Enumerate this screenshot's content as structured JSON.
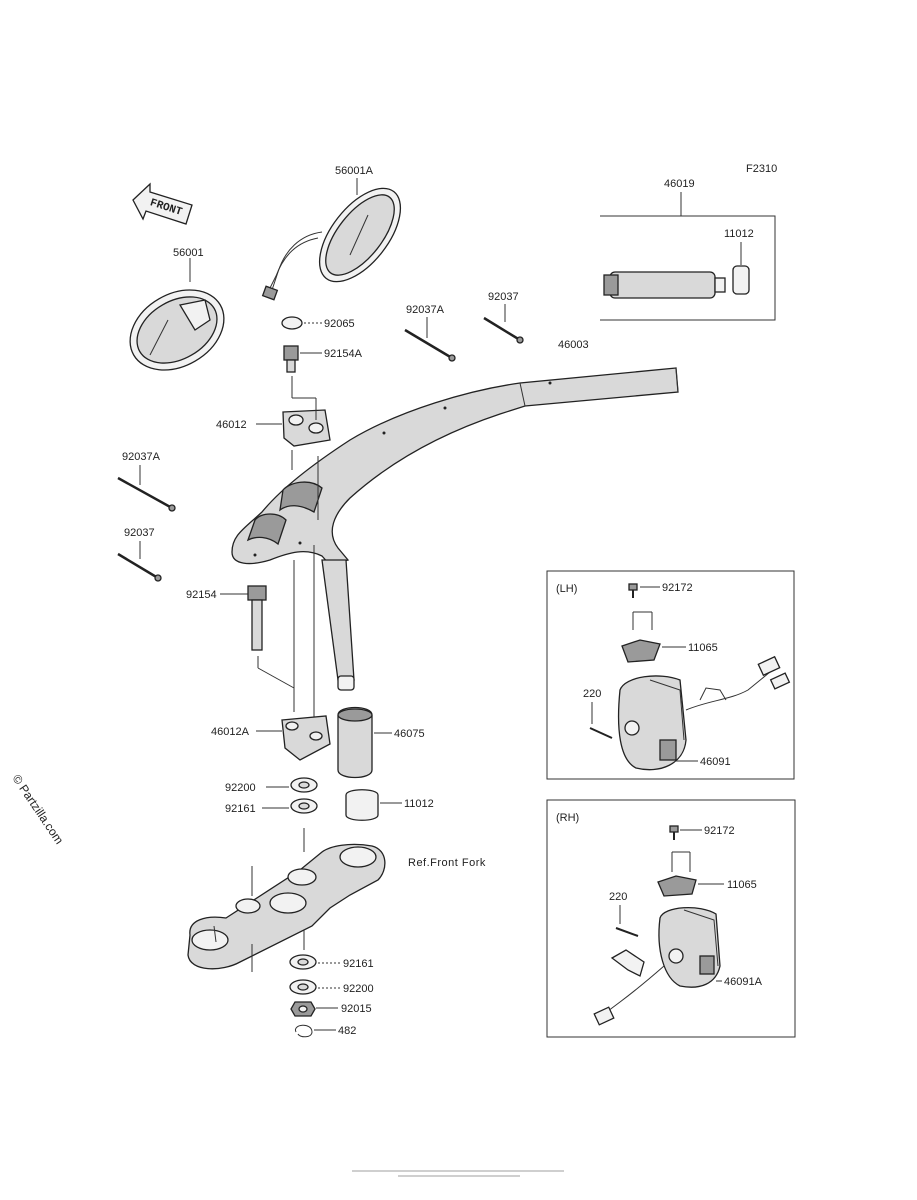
{
  "figure_code": "F2310",
  "front_arrow": "FRONT",
  "ref_note": "Ref.Front Fork",
  "watermark": "© Partzilla.com",
  "inset_lh": "(LH)",
  "inset_rh": "(RH)",
  "parts": {
    "p56001A": "56001A",
    "p56001": "56001",
    "p46019": "46019",
    "p11012_top": "11012",
    "p92065": "92065",
    "p92037A_top": "92037A",
    "p92037_top": "92037",
    "p46003": "46003",
    "p92154A": "92154A",
    "p46012": "46012",
    "p92037A_left": "92037A",
    "p92037_left": "92037",
    "p92154": "92154",
    "p46012A": "46012A",
    "p46075": "46075",
    "p92200_top": "92200",
    "p92161_top": "92161",
    "p11012_mid": "11012",
    "p92161_bot": "92161",
    "p92200_bot": "92200",
    "p92015": "92015",
    "p482": "482",
    "lh_92172": "92172",
    "lh_11065": "11065",
    "lh_220": "220",
    "lh_46091": "46091",
    "rh_92172": "92172",
    "rh_11065": "11065",
    "rh_220": "220",
    "rh_46091A": "46091A"
  }
}
